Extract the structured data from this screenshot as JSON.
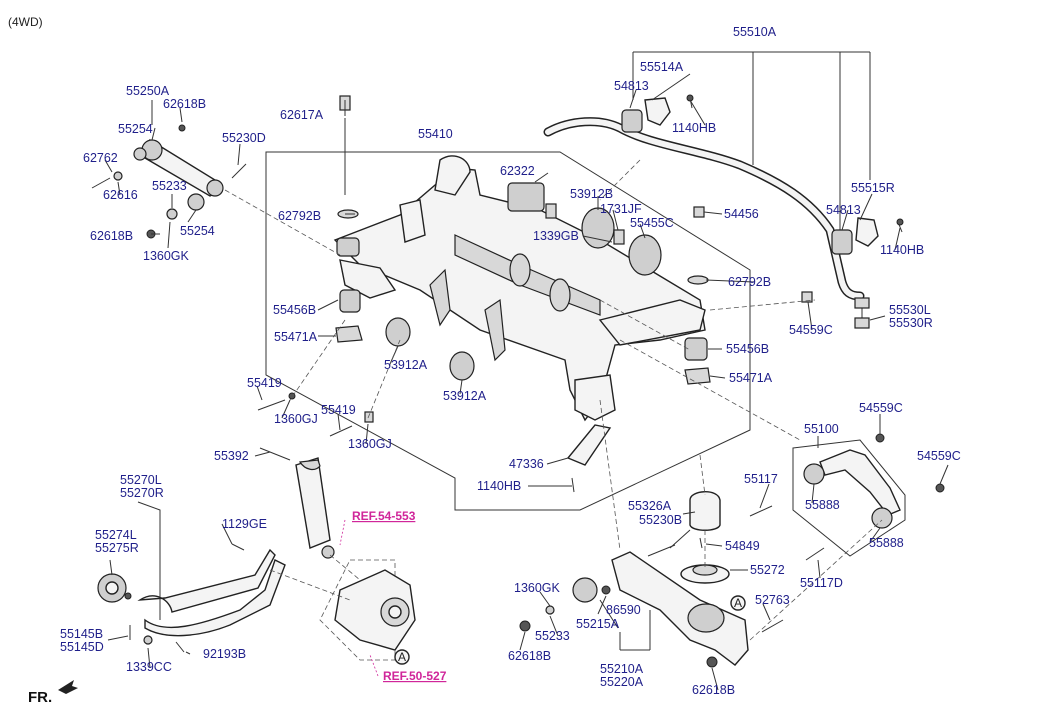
{
  "header": {
    "variant": "(4WD)"
  },
  "footer": {
    "direction": "FR."
  },
  "colors": {
    "label": "#1f1f8a",
    "reference": "#d0269a",
    "line": "#333333"
  },
  "labels": {
    "p55510A": "55510A",
    "p55514A": "55514A",
    "p54813a": "54813",
    "p1140HBa": "1140HB",
    "p55250A": "55250A",
    "p62618Ba": "62618B",
    "p55254a": "55254",
    "p55230D": "55230D",
    "p62762": "62762",
    "p62616": "62616",
    "p55233a": "55233",
    "p55254b": "55254",
    "p62618Bb": "62618B",
    "p1360GKa": "1360GK",
    "p62617A": "62617A",
    "p55410": "55410",
    "p62322": "62322",
    "p53912Ba": "53912B",
    "p1731JF": "1731JF",
    "p1339GB": "1339GB",
    "p55455C": "55455C",
    "p54456": "54456",
    "p55515R": "55515R",
    "p54813b": "54813",
    "p1140HBb": "1140HB",
    "p62792Ba": "62792B",
    "p62792Bb": "62792B",
    "p55456Ba": "55456B",
    "p55456Bb": "55456B",
    "p55471Aa": "55471A",
    "p55471Ab": "55471A",
    "p53912Aa": "53912A",
    "p53912Ab": "53912A",
    "p54559Ca": "54559C",
    "p55530L": "55530L",
    "p55530R": "55530R",
    "p55419a": "55419",
    "p1360GJa": "1360GJ",
    "p55419b": "55419",
    "p1360GJb": "1360GJ",
    "p55392": "55392",
    "p47336": "47336",
    "p1140HBc": "1140HB",
    "p54559Cb": "54559C",
    "p55100": "55100",
    "p54559Cc": "54559C",
    "p55117": "55117",
    "p55888a": "55888",
    "p55888b": "55888",
    "p55117D": "55117D",
    "p55270L": "55270L",
    "p55270R": "55270R",
    "p1129GE": "1129GE",
    "p55274L": "55274L",
    "p55275R": "55275R",
    "p55145B": "55145B",
    "p55145D": "55145D",
    "p1339CC": "1339CC",
    "p92193B": "92193B",
    "p55326A": "55326A",
    "p55230B": "55230B",
    "p54849": "54849",
    "p55272": "55272",
    "p52763": "52763",
    "p1360GKb": "1360GK",
    "p86590": "86590",
    "p55233b": "55233",
    "p55215A": "55215A",
    "p62618Bc": "62618B",
    "p62618Bd": "62618B",
    "p55210A": "55210A",
    "p55220A": "55220A"
  },
  "references": {
    "ref1": "REF.54-553",
    "ref2": "REF.50-527"
  },
  "markers": {
    "a1": "A",
    "a2": "A"
  }
}
